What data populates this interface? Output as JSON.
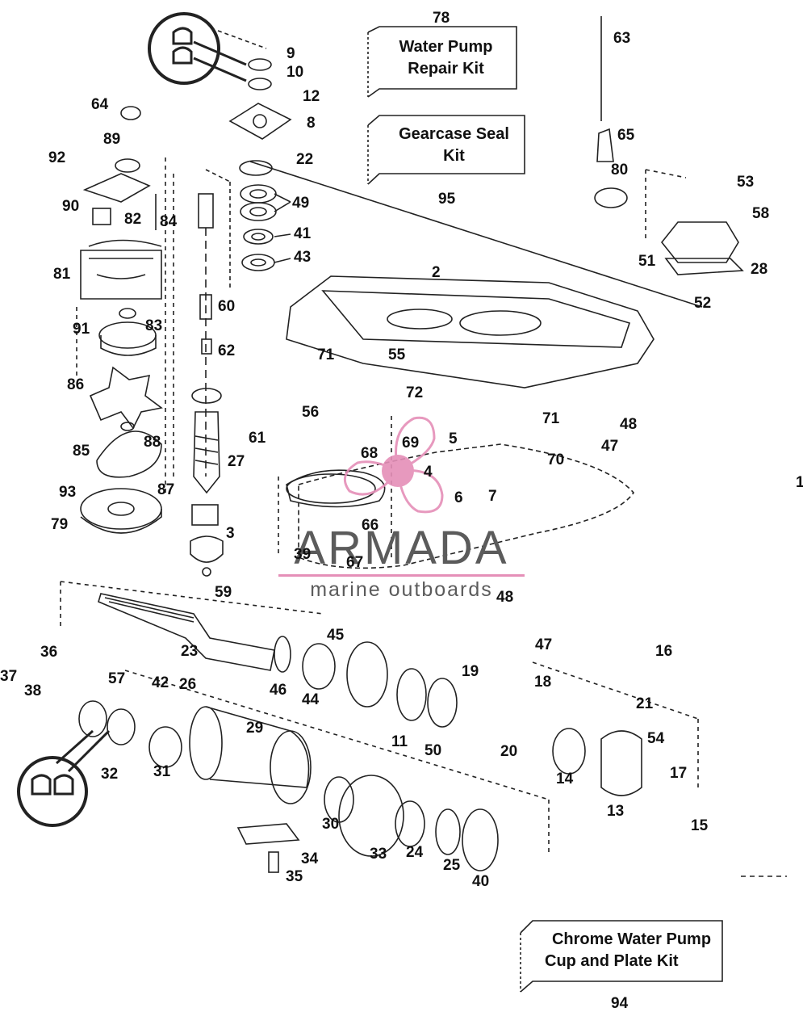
{
  "kits": {
    "water_pump": {
      "line1": "Water Pump",
      "line2": "Repair Kit",
      "number": "78"
    },
    "gearcase_seal": {
      "line1": "Gearcase Seal",
      "line2": "Kit",
      "number": "95"
    },
    "chrome_cup": {
      "line1": "Chrome Water Pump",
      "line2": "Cup and Plate Kit",
      "number": "94"
    }
  },
  "watermark": {
    "title": "ARMADA",
    "subtitle": "marine outboards",
    "accent": "#e58fb8"
  },
  "edge_mark": "1",
  "callouts": [
    "9",
    "10",
    "12",
    "8",
    "22",
    "49",
    "41",
    "43",
    "64",
    "89",
    "92",
    "90",
    "82",
    "84",
    "81",
    "91",
    "83",
    "86",
    "88",
    "85",
    "87",
    "93",
    "79",
    "60",
    "62",
    "61",
    "27",
    "3",
    "59",
    "63",
    "65",
    "80",
    "53",
    "58",
    "51",
    "28",
    "52",
    "2",
    "71",
    "55",
    "72",
    "56",
    "68",
    "69",
    "5",
    "4",
    "6",
    "7",
    "66",
    "67",
    "39",
    "70",
    "48",
    "47",
    "45",
    "23",
    "46",
    "44",
    "36",
    "37",
    "38",
    "57",
    "42",
    "26",
    "19",
    "18",
    "16",
    "21",
    "54",
    "17",
    "11",
    "50",
    "20",
    "14",
    "13",
    "15",
    "29",
    "32",
    "31",
    "30",
    "33",
    "24",
    "25",
    "40",
    "34",
    "35"
  ]
}
